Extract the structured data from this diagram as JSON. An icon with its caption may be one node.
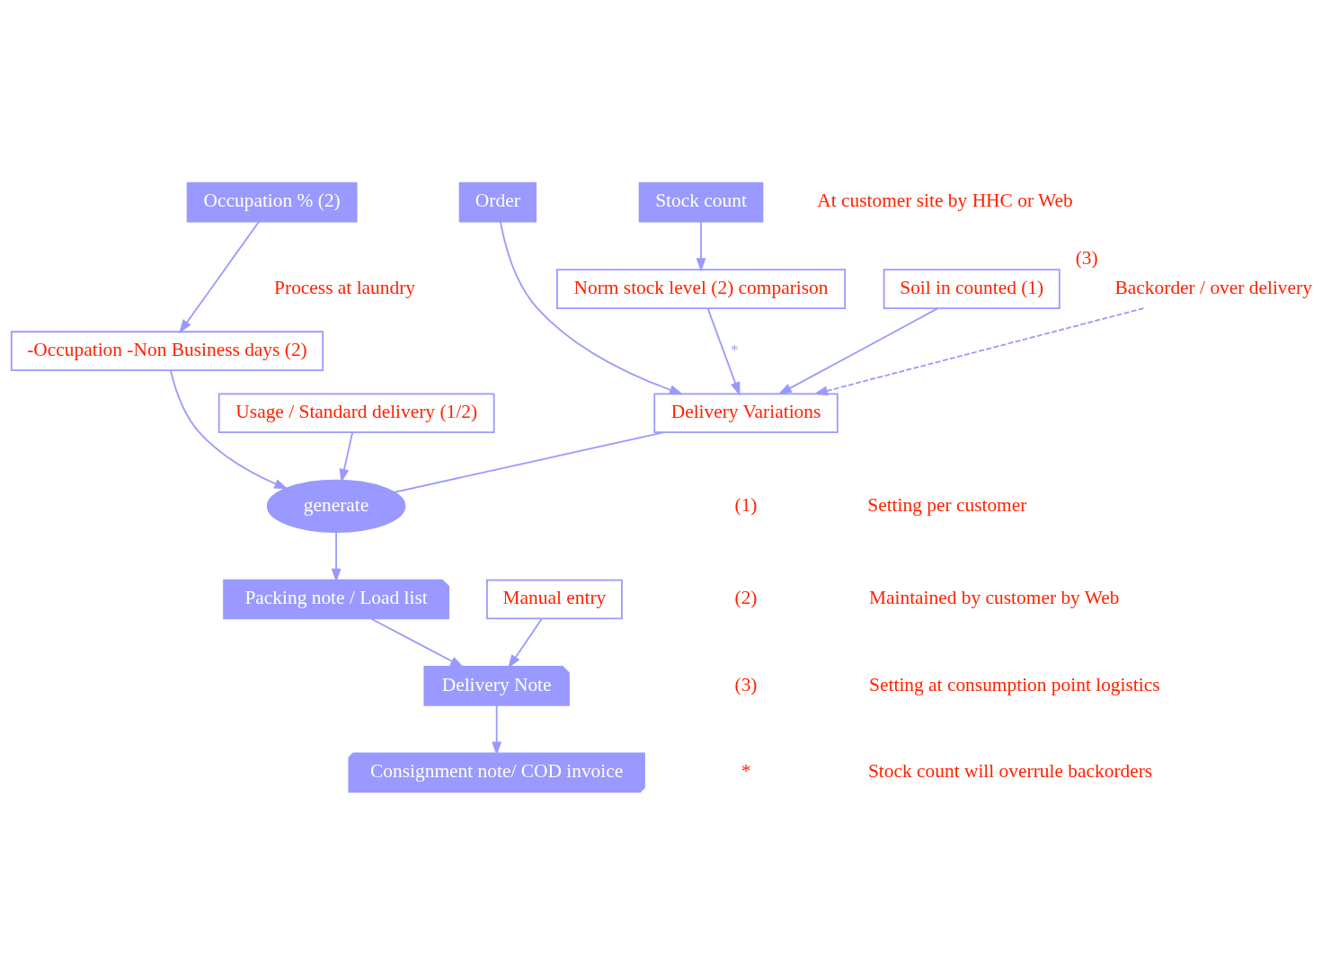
{
  "diagram": {
    "nodes": [
      {
        "text": [
          "Occupation % (2)"
        ]
      },
      {
        "text": [
          "Stock count"
        ]
      },
      {
        "text": [
          "Order"
        ]
      },
      {
        "text": [
          "-Occupation -Non Business days (2)"
        ]
      },
      {
        "text": [
          "Usage / Standard delivery (1/2)"
        ]
      },
      {
        "text": [
          "Norm stock level (2) comparison"
        ]
      },
      {
        "text": [
          "Soil in counted (1)"
        ]
      },
      {
        "text": [
          "generate"
        ]
      },
      {
        "text": [
          "Delivery Variations"
        ]
      },
      {
        "text": [
          "Manual entry"
        ]
      },
      {
        "text": [
          "Packing note / Load list"
        ]
      },
      {
        "text": [
          "Delivery Note"
        ]
      },
      {
        "text": [
          "Consignment note/ COD invoice"
        ]
      },
      {
        "text": [
          "Backorder / over delivery"
        ],
        "beside": [
          "(3)"
        ]
      }
    ],
    "edges": [
      {
        "from": 0,
        "to": 3,
        "arrow": "to"
      },
      {
        "from": 1,
        "to": 5,
        "arrow": "to"
      },
      {
        "from": 2,
        "to": 8,
        "arrow": "to"
      },
      {
        "from": 5,
        "to": 8,
        "arrow": "to",
        "label": "*"
      },
      {
        "from": 3,
        "to": 7,
        "arrow": "to"
      },
      {
        "from": 4,
        "to": 7,
        "arrow": "to"
      },
      {
        "from": 8,
        "to": 7,
        "arrow": "none"
      },
      {
        "from": 6,
        "to": 8,
        "arrow": "to"
      },
      {
        "from": 7,
        "to": 10,
        "arrow": "to"
      },
      {
        "from": 10,
        "to": 11,
        "arrow": "to"
      },
      {
        "from": 9,
        "to": 11,
        "arrow": "to"
      },
      {
        "from": 11,
        "to": 12,
        "arrow": "to"
      },
      {
        "from": 13,
        "to": 8,
        "arrow": "to",
        "style": "dashed"
      }
    ],
    "labels": [
      "At customer site by HHC or Web",
      "Process at laundry",
      "(1)",
      "Setting per customer",
      "(2)",
      "Maintained by customer by Web",
      "(3)",
      "Setting at consumption point logistics",
      "*",
      "Stock count will overrule backorders"
    ]
  }
}
